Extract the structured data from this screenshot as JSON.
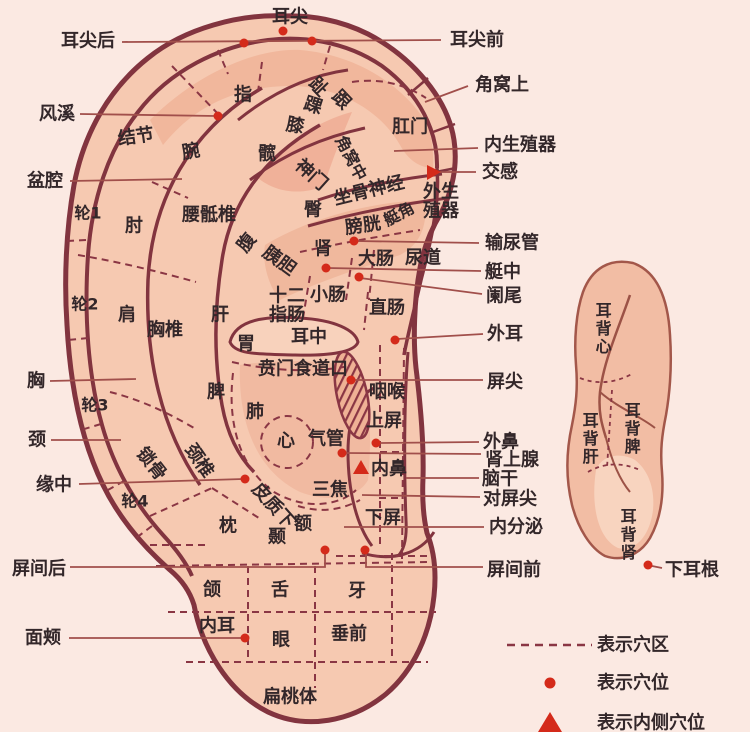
{
  "colors": {
    "background": "#fbe9e2",
    "ear_fill": "#f6c9b1",
    "ear_shade": "#eda88b",
    "outline": "#82343f",
    "leader_line": "#a14f4b",
    "acupoint_red": "#d42a1a",
    "text": "#33272a"
  },
  "front_ear": {
    "callouts": {
      "er_jian": "耳尖",
      "er_jian_hou": "耳尖后",
      "er_jian_qian": "耳尖前",
      "feng_xi": "风溪",
      "pen_qiang": "盆腔",
      "jiao_wo_shang": "角窝上",
      "nei_sheng_zhi_qi": "内生殖器",
      "jiao_gan": "交感",
      "shu_niao_guan": "输尿管",
      "ting_zhong": "艇中",
      "lan_wei": "阑尾",
      "wai_er": "外耳",
      "ping_jian": "屏尖",
      "wai_bi": "外鼻",
      "shen_shang_xian": "肾上腺",
      "nao_gan": "脑干",
      "dui_ping_jian": "对屏尖",
      "nei_fen_mi": "内分泌",
      "ping_jian_qian": "屏间前",
      "ping_jian_hou": "屏间后",
      "xiong": "胸",
      "jing": "颈",
      "yuan_zhong": "缘中",
      "mian_jia": "面颊"
    },
    "zones": {
      "jie_jie": "结节",
      "zhi_finger": "指",
      "wan": "腕",
      "zhi_toe": "趾",
      "gen": "跟",
      "huai": "踝",
      "xi_knee": "膝",
      "kuan": "髋",
      "gang_men": "肛门",
      "shen_men": "神门",
      "jiao_wo_zhong": "角窝中",
      "zuo_gu_shen_jing": "坐骨神经",
      "tun": "臀",
      "pang_guang": "膀胱",
      "ting_jiao": "艇角",
      "wai_sheng_zhi_qi": "外生殖器",
      "lun_1": "轮1",
      "zhou": "肘",
      "yao_di_zhui": "腰骶椎",
      "fu": "腹",
      "shen_kidney": "肾",
      "yi_dan": "胰胆",
      "da_chang": "大肠",
      "niao_dao": "尿道",
      "shi_er_zhi_chang": "十二指肠",
      "xiao_chang": "小肠",
      "zhi_chang": "直肠",
      "lun_2": "轮2",
      "jian_shoulder": "肩",
      "xiong_zhui": "胸椎",
      "gan_liver": "肝",
      "wei_stomach": "胃",
      "er_zhong": "耳中",
      "ben_men_shi_dao_kou": "贲门食道口",
      "pi_spleen": "脾",
      "fei_lung": "肺",
      "lun_3": "轮3",
      "xin_heart": "心",
      "qi_guan": "气管",
      "yan_hou": "咽喉",
      "shang_ping": "上屏",
      "nei_bi": "内鼻",
      "suo_gu": "锁骨",
      "jing_zhui": "颈椎",
      "lun_4": "轮4",
      "san_jiao": "三焦",
      "pi_zhi_xia": "皮质下",
      "zhen": "枕",
      "e_forehead": "额",
      "nie": "颞",
      "xia_ping": "下屏",
      "he_jaw": "颌",
      "she_tongue": "舌",
      "ya_teeth": "牙",
      "nei_er": "内耳",
      "yan_eye": "眼",
      "chui_qian": "垂前",
      "bian_tao_ti": "扁桃体"
    }
  },
  "back_ear": {
    "zones": {
      "er_bei_xin": "耳背心",
      "er_bei_gan": "耳背肝",
      "er_bei_pi": "耳背脾",
      "er_bei_shen": "耳背肾"
    },
    "callouts": {
      "xia_er_gen": "下耳根"
    }
  },
  "legend": {
    "items": [
      {
        "symbol": "dashed-line",
        "label": "表示穴区"
      },
      {
        "symbol": "dot",
        "label": "表示穴位"
      },
      {
        "symbol": "triangle",
        "label": "表示内侧穴位"
      }
    ]
  }
}
